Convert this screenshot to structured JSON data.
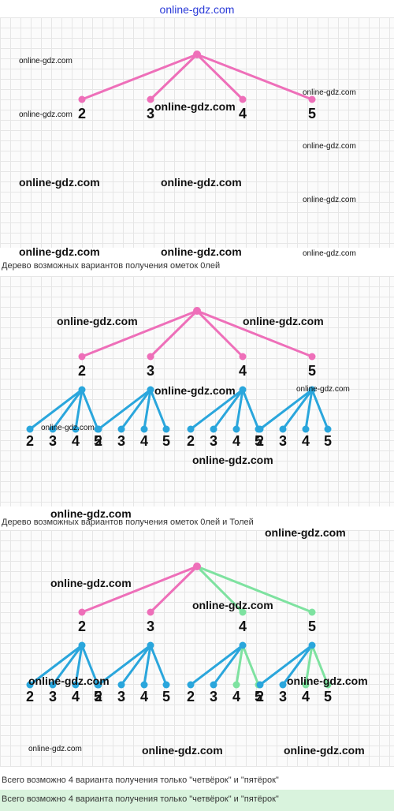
{
  "site_title": "online-gdz.com",
  "watermark": "online-gdz.com",
  "captions": [
    "Дерево возможных вариантов получения ометок 0лей",
    "Дерево возможных вариантов получения ометок 0лей и Толей",
    "Всего возможно 4 варианта получения только \"четвёрок\" и \"пятёрок\"",
    "Всего возможно 4 варианта получения только \"четвёрок\" и \"пятёрок\""
  ],
  "first_level_labels": [
    "2",
    "3",
    "4",
    "5"
  ],
  "second_level_labels": [
    "2",
    "3",
    "4",
    "5"
  ],
  "colors": {
    "pink": "#ee6fb9",
    "blue": "#2aa6dc",
    "green": "#7ee2a0",
    "footer_bg": "#d9f3dd"
  }
}
